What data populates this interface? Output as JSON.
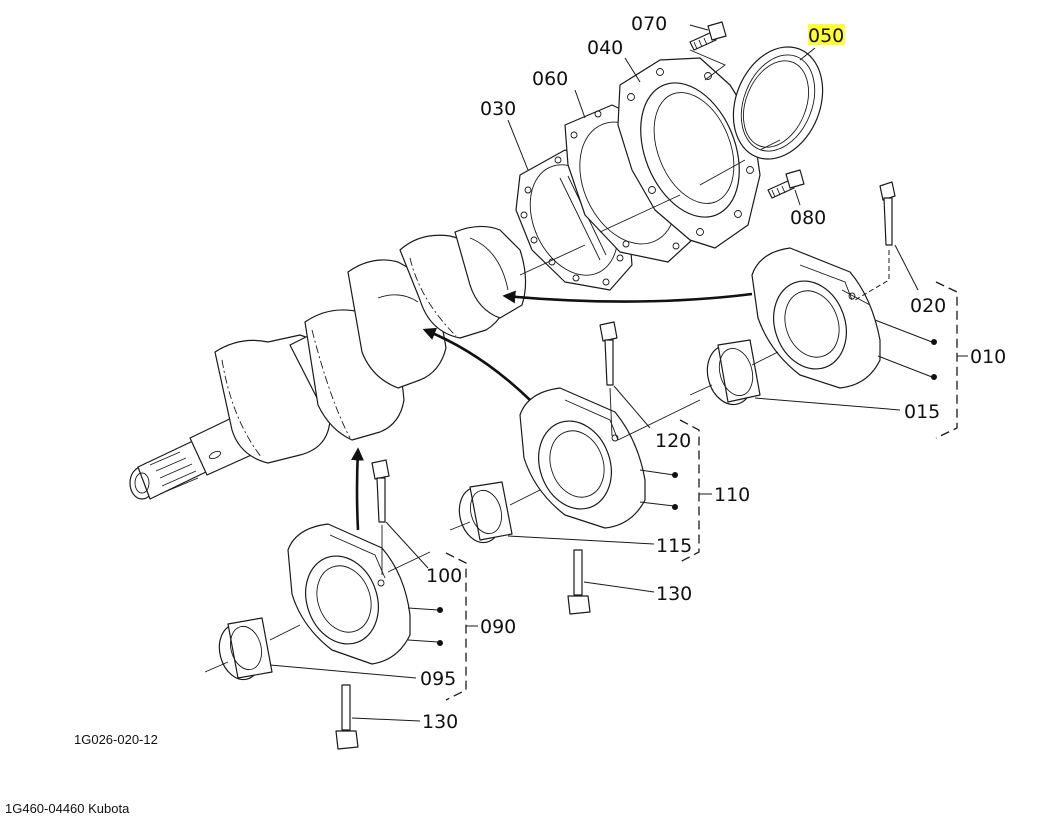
{
  "diagram": {
    "type": "exploded-parts-view",
    "highlight_color": "#ffff33",
    "figure_code": "1G026-020-12",
    "footer": "1G460-04460 Kubota",
    "labels": {
      "p010": "010",
      "p015": "015",
      "p020": "020",
      "p030": "030",
      "p040": "040",
      "p050": "050",
      "p060": "060",
      "p070": "070",
      "p080": "080",
      "p090": "090",
      "p095": "095",
      "p100": "100",
      "p110": "110",
      "p115": "115",
      "p120": "120",
      "p130a": "130",
      "p130b": "130"
    },
    "highlighted_part": "050"
  }
}
